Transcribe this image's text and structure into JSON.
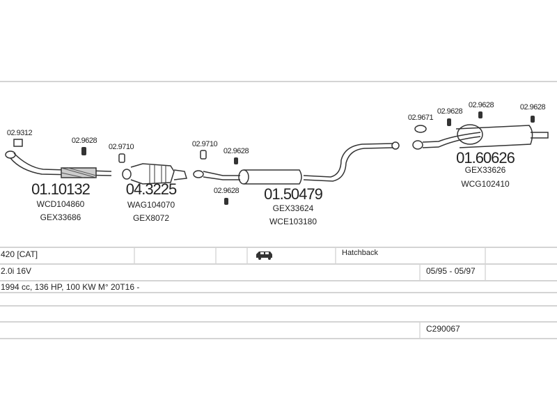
{
  "parts": [
    {
      "number": "01.10132",
      "refs": [
        "WCD104860",
        "GEX33686"
      ]
    },
    {
      "number": "04.3225",
      "refs": [
        "WAG104070",
        "GEX8072"
      ]
    },
    {
      "number": "01.50479",
      "refs": [
        "GEX33624",
        "WCE103180"
      ]
    },
    {
      "number": "01.60626",
      "refs": [
        "GEX33626",
        "WCG102410"
      ]
    }
  ],
  "accessories": [
    "02.9312",
    "02.9628",
    "02.9710",
    "02.9710",
    "02.9628",
    "02.9628",
    "02.9671",
    "02.9628",
    "02.9628",
    "02.9628"
  ],
  "table": {
    "model": "420  [CAT]",
    "body_icon": "car-icon",
    "body_type": "Hatchback",
    "engine": "2.0i 16V",
    "years": "05/95 - 05/97",
    "specs": "1994 cc, 136 HP, 100 KW M° 20T16 -",
    "code": "C290067"
  }
}
